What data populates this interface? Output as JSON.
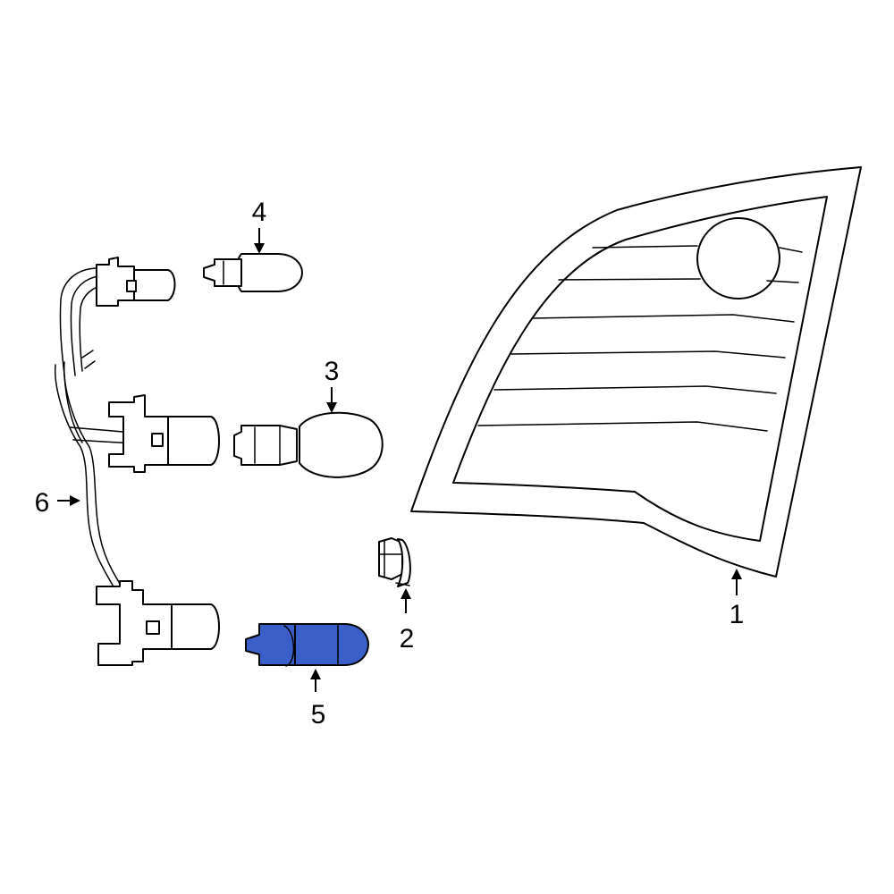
{
  "colors": {
    "line": "#000000",
    "background": "#ffffff",
    "highlight": "#3a5fc8"
  },
  "callouts": {
    "c1": "1",
    "c2": "2",
    "c3": "3",
    "c4": "4",
    "c5": "5",
    "c6": "6"
  },
  "parts": [
    {
      "callout": "1",
      "name": "tail-lamp-housing"
    },
    {
      "callout": "2",
      "name": "nut"
    },
    {
      "callout": "3",
      "name": "bulb"
    },
    {
      "callout": "4",
      "name": "bulb"
    },
    {
      "callout": "5",
      "name": "bulb",
      "highlighted": true
    },
    {
      "callout": "6",
      "name": "wiring-harness"
    }
  ]
}
